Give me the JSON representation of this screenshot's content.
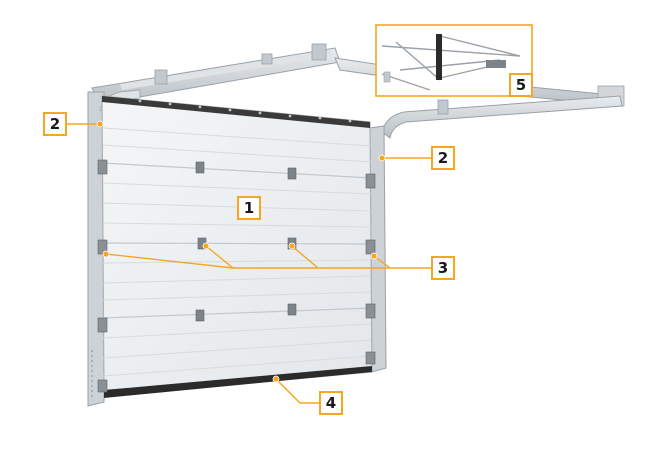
{
  "colors": {
    "accent": "#f5a623",
    "panel": "#eceff1",
    "frame": "#c9ced3",
    "seal": "#2b2b2b"
  },
  "callouts": {
    "door_panel": "1",
    "left_vertical_track": "2",
    "right_vertical_track": "2",
    "hinges": "3",
    "bottom_seal": "4",
    "spring_mechanism": "5"
  }
}
